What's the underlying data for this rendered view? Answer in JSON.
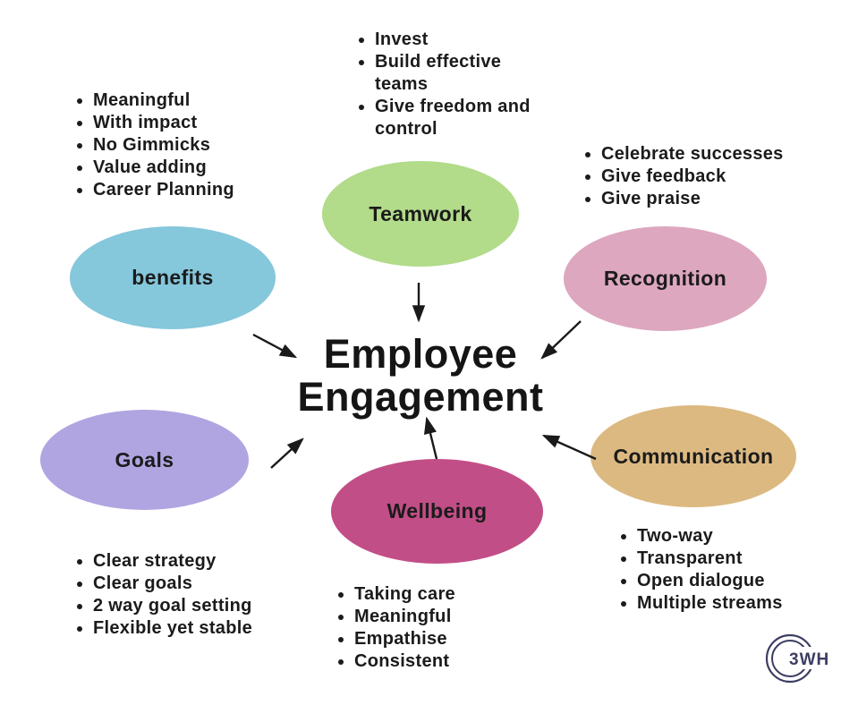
{
  "title": {
    "line1": "Employee",
    "line2": "Engagement"
  },
  "nodes": [
    {
      "id": "benefits",
      "label": "benefits",
      "color": "#85c7db",
      "bullets": [
        "Meaningful",
        "With impact",
        "No Gimmicks",
        "Value adding",
        "Career Planning"
      ]
    },
    {
      "id": "teamwork",
      "label": "Teamwork",
      "color": "#b2db8a",
      "bullets": [
        "Invest",
        "Build effective\nteams",
        "Give freedom and\ncontrol"
      ]
    },
    {
      "id": "recognition",
      "label": "Recognition",
      "color": "#dda7bf",
      "bullets": [
        "Celebrate successes",
        "Give feedback",
        "Give praise"
      ]
    },
    {
      "id": "goals",
      "label": "Goals",
      "color": "#b0a5e1",
      "bullets": [
        "Clear strategy",
        "Clear goals",
        "2 way goal setting",
        "Flexible yet stable"
      ]
    },
    {
      "id": "wellbeing",
      "label": "Wellbeing",
      "color": "#c24e87",
      "bullets": [
        "Taking care",
        "Meaningful",
        "Empathise",
        "Consistent"
      ]
    },
    {
      "id": "communication",
      "label": "Communication",
      "color": "#dcb981",
      "bullets": [
        "Two-way",
        "Transparent",
        "Open dialogue",
        "Multiple streams"
      ]
    }
  ],
  "arrows": [
    {
      "from": "benefits",
      "to": "center"
    },
    {
      "from": "teamwork",
      "to": "center"
    },
    {
      "from": "recognition",
      "to": "center"
    },
    {
      "from": "goals",
      "to": "center"
    },
    {
      "from": "wellbeing",
      "to": "center"
    },
    {
      "from": "communication",
      "to": "center"
    }
  ],
  "arrow_color": "#1a1a1a",
  "logo": {
    "text": "3WH",
    "color": "#3d3d63"
  }
}
